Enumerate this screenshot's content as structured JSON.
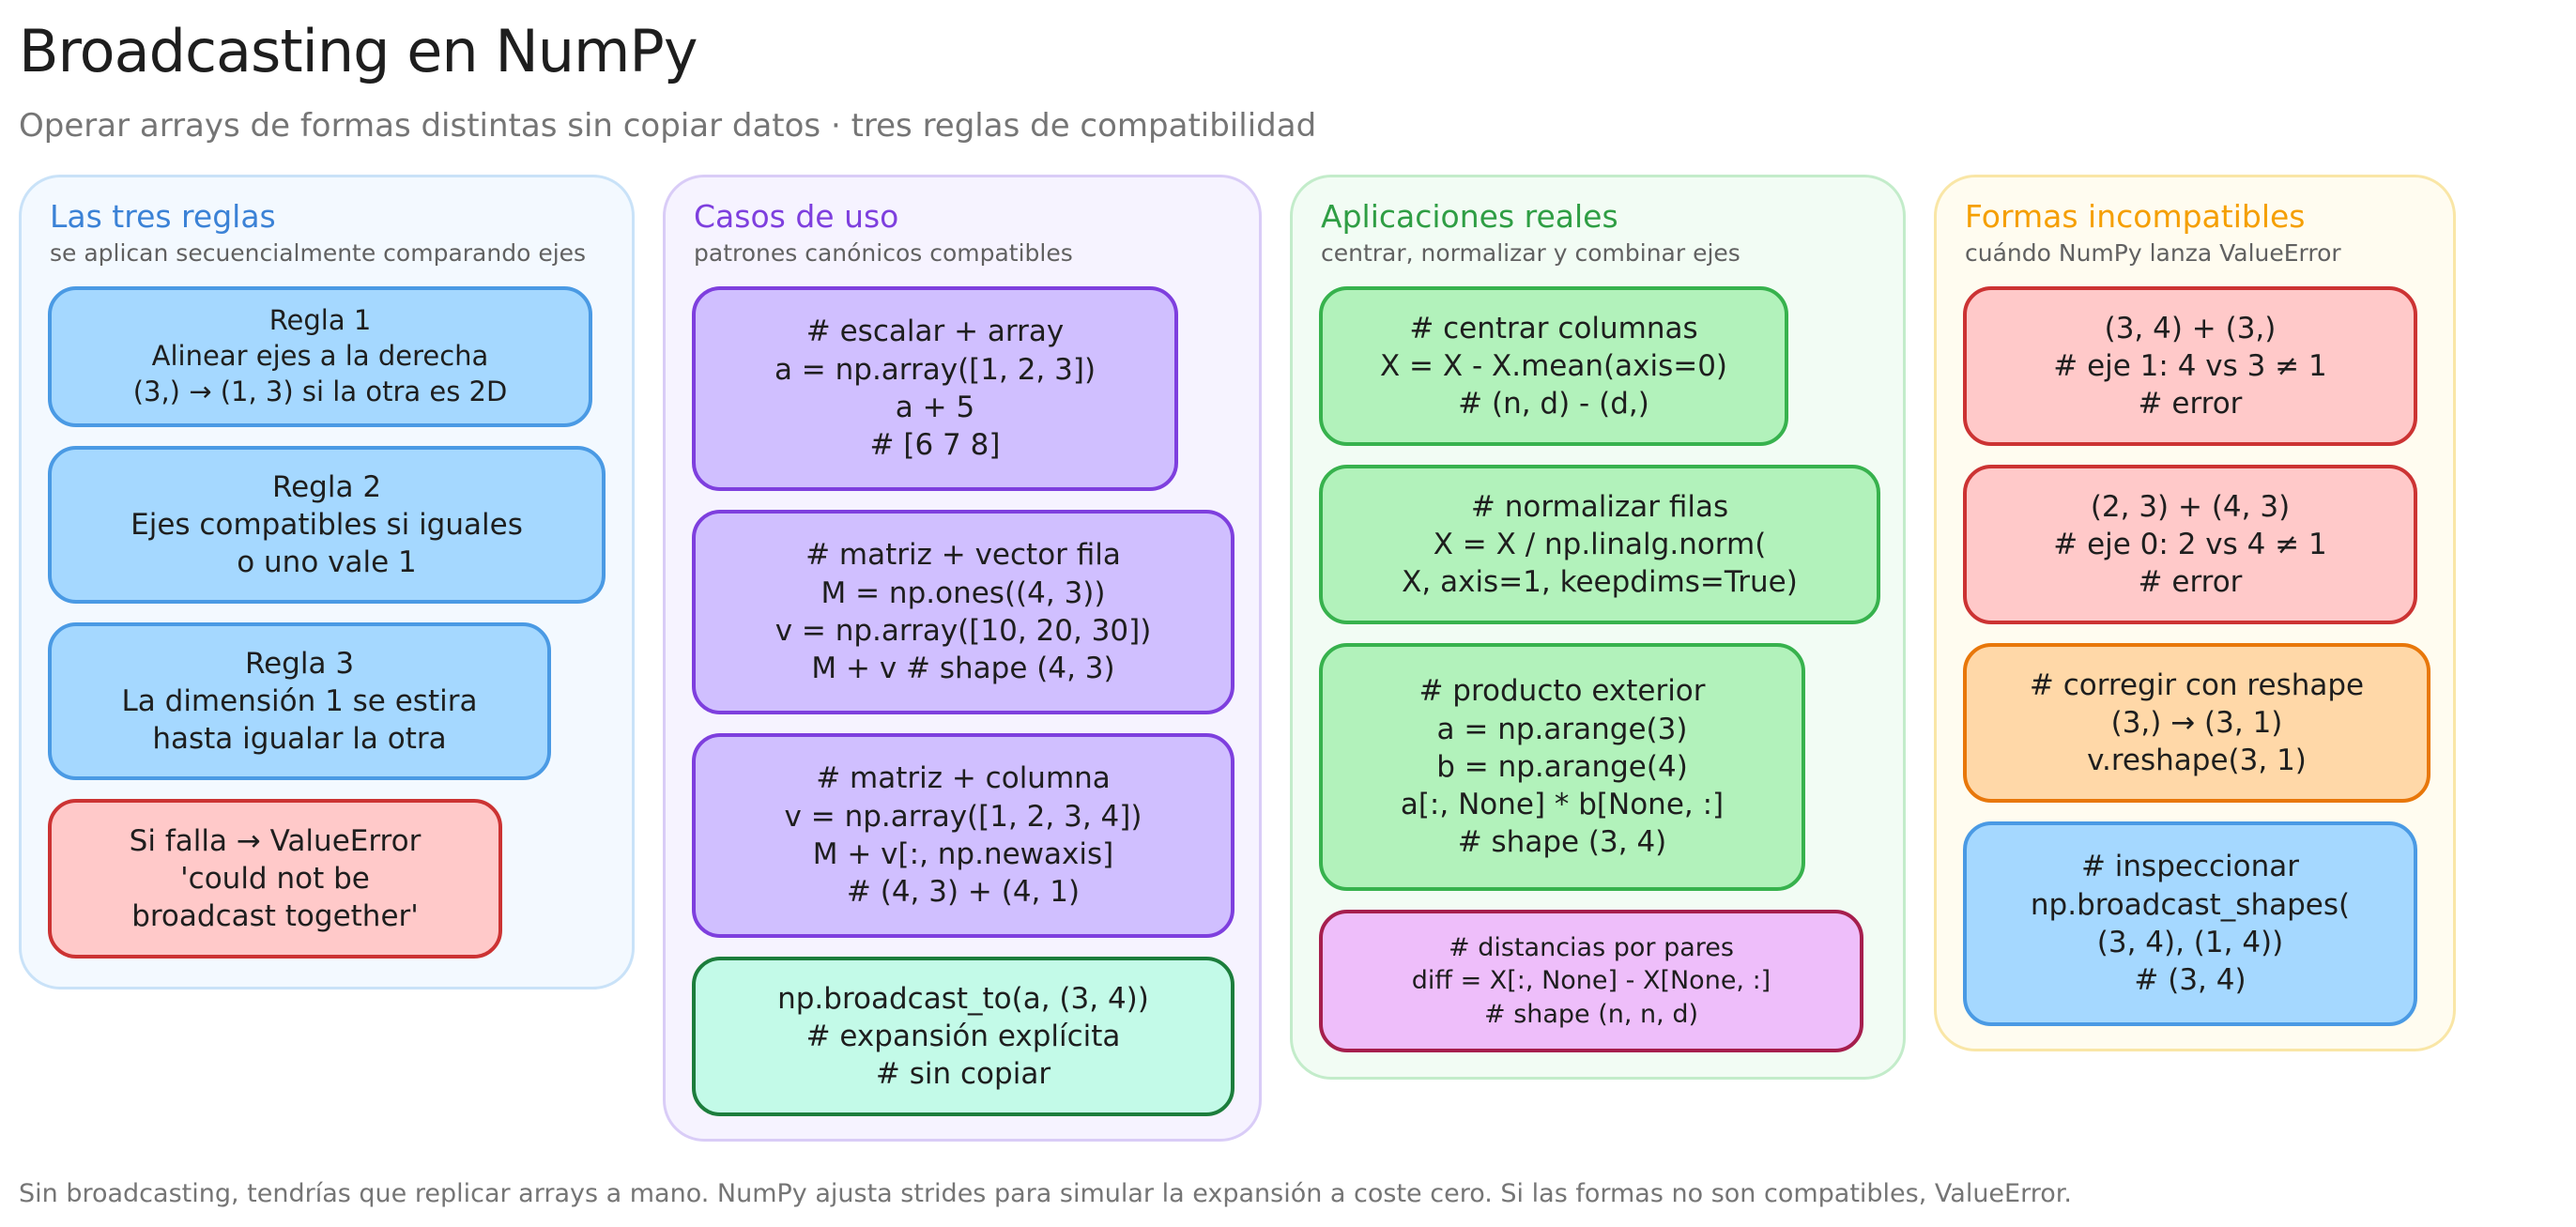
{
  "header": {
    "title": "Broadcasting en NumPy",
    "subtitle": "Operar arrays de formas distintas sin copiar datos · tres reglas de compatibilidad"
  },
  "footer": "Sin broadcasting, tendrías que replicar arrays a mano. NumPy ajusta strides para simular la expansión a coste cero. Si las formas no son compatibles, ValueError.",
  "colors": {
    "rules_panel": "#a5d8ff",
    "cases_panel": "#d0bfff",
    "apps_panel": "#b2f2bb",
    "incompat_panel": "#ffe08a"
  },
  "panels": {
    "rules": {
      "title": "Las tres reglas",
      "subtitle": "se aplican secuencialmente comparando ejes",
      "boxes": [
        {
          "lines": [
            "Regla 1",
            "Alinear ejes a la derecha",
            "(3,) → (1, 3) si la otra es 2D"
          ]
        },
        {
          "lines": [
            "Regla 2",
            "Ejes compatibles si iguales",
            "o uno vale 1"
          ]
        },
        {
          "lines": [
            "Regla 3",
            "La dimensión 1 se estira",
            "hasta igualar la otra"
          ]
        },
        {
          "lines": [
            "Si falla → ValueError",
            "'could not be",
            "broadcast together'"
          ]
        }
      ]
    },
    "cases": {
      "title": "Casos de uso",
      "subtitle": "patrones canónicos compatibles",
      "boxes": [
        {
          "lines": [
            "# escalar + array",
            "a = np.array([1, 2, 3])",
            "a + 5",
            "# [6 7 8]"
          ]
        },
        {
          "lines": [
            "# matriz + vector fila",
            "M = np.ones((4, 3))",
            "v = np.array([10, 20, 30])",
            "M + v    # shape (4, 3)"
          ]
        },
        {
          "lines": [
            "# matriz + columna",
            "v = np.array([1, 2, 3, 4])",
            "M + v[:, np.newaxis]",
            "# (4, 3) + (4, 1)"
          ]
        },
        {
          "lines": [
            "np.broadcast_to(a, (3, 4))",
            "# expansión explícita",
            "# sin copiar"
          ]
        }
      ]
    },
    "apps": {
      "title": "Aplicaciones reales",
      "subtitle": "centrar, normalizar y combinar ejes",
      "boxes": [
        {
          "lines": [
            "# centrar columnas",
            "X = X - X.mean(axis=0)",
            "# (n, d) - (d,)"
          ]
        },
        {
          "lines": [
            "# normalizar filas",
            "X = X / np.linalg.norm(",
            "X, axis=1, keepdims=True)"
          ]
        },
        {
          "lines": [
            "# producto exterior",
            "a = np.arange(3)",
            "b = np.arange(4)",
            "a[:, None] * b[None, :]",
            "# shape (3, 4)"
          ]
        },
        {
          "lines": [
            "# distancias por pares",
            "diff = X[:, None] - X[None, :]",
            "# shape (n, n, d)"
          ]
        }
      ]
    },
    "incompat": {
      "title": "Formas incompatibles",
      "subtitle": "cuándo NumPy lanza ValueError",
      "boxes": [
        {
          "lines": [
            "(3, 4) + (3,)",
            "# eje 1: 4 vs 3 ≠ 1",
            "# error"
          ]
        },
        {
          "lines": [
            "(2, 3) + (4, 3)",
            "# eje 0: 2 vs 4 ≠ 1",
            "# error"
          ]
        },
        {
          "lines": [
            "# corregir con reshape",
            "(3,) → (3, 1)",
            "v.reshape(3, 1)"
          ]
        },
        {
          "lines": [
            "# inspeccionar",
            "np.broadcast_shapes(",
            "(3, 4), (1, 4))",
            "# (3, 4)"
          ]
        }
      ]
    }
  }
}
